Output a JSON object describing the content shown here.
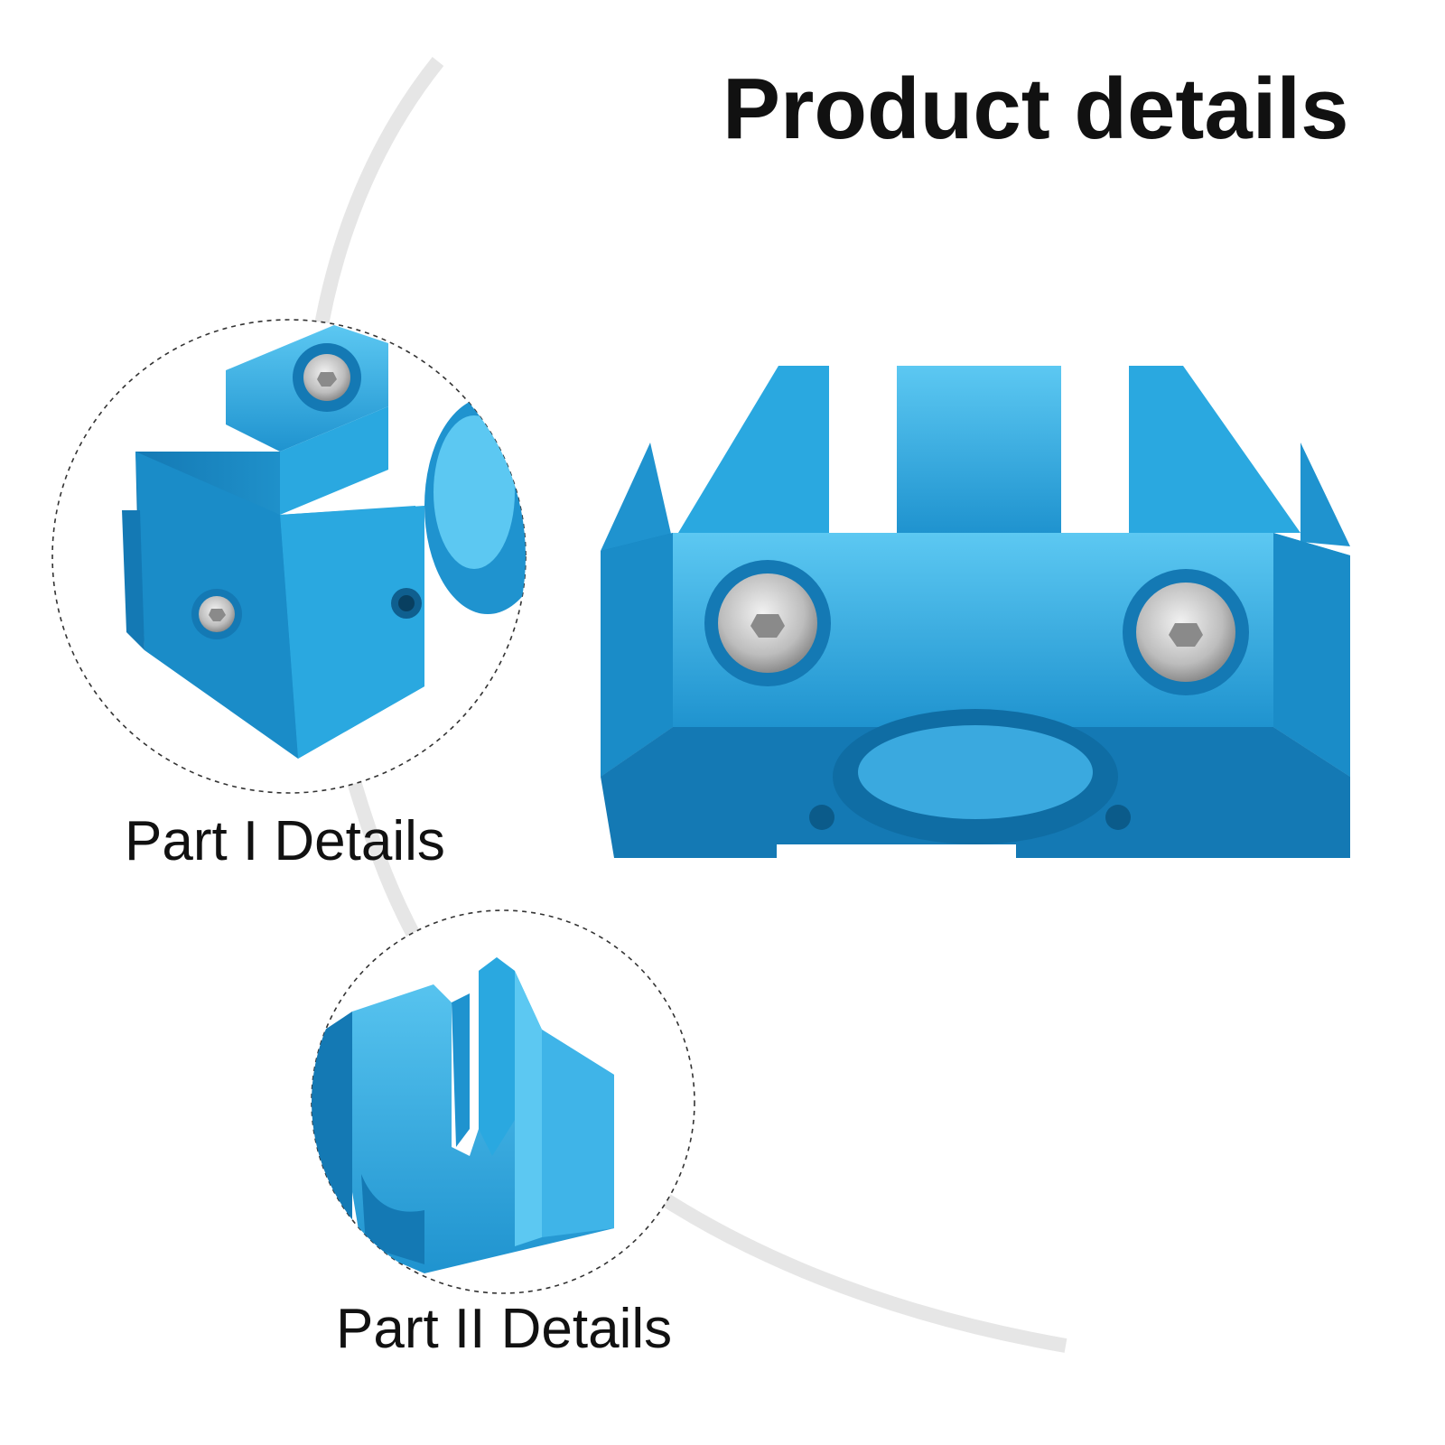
{
  "title": "Product details",
  "details": [
    {
      "label": "Part I Details"
    },
    {
      "label": "Part II Details"
    }
  ],
  "colors": {
    "part_blue": "#2aa8e0",
    "part_blue_dark": "#1479b4",
    "part_blue_light": "#5cc8f2",
    "arc_gray": "#e6e6e6",
    "screw_silver": "#c9c9c9",
    "text": "#111111"
  }
}
